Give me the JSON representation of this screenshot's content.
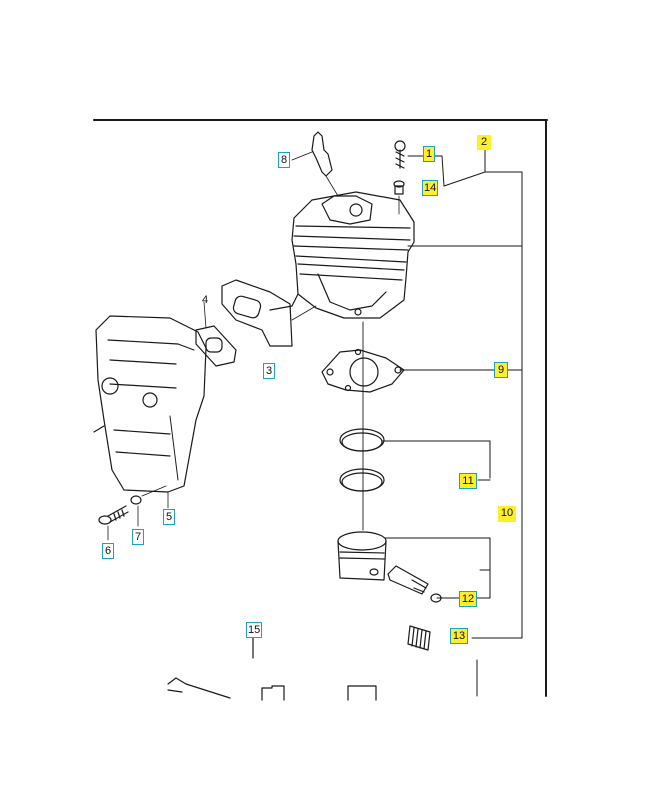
{
  "callouts": {
    "c1": "1",
    "c2": "2",
    "c3": "3",
    "c4": "4",
    "c5": "5",
    "c6": "6",
    "c7": "7",
    "c8": "8",
    "c9": "9",
    "c10": "10",
    "c11": "11",
    "c12": "12",
    "c13": "13",
    "c14": "14",
    "c15": "15"
  },
  "colors": {
    "callout_border": "#1aa3c8",
    "highlight": "#ffef2a",
    "line": "#1a1a1a"
  }
}
